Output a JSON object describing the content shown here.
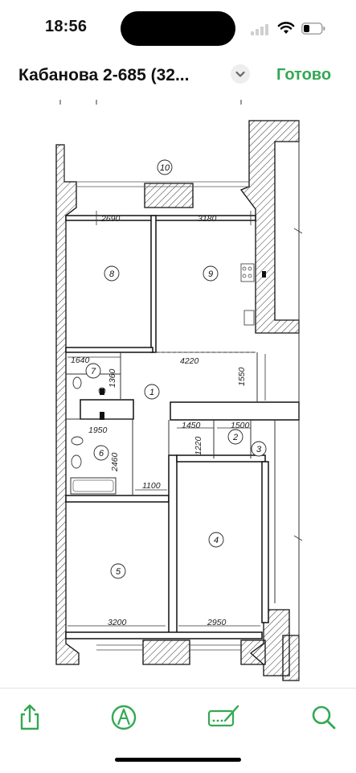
{
  "status_bar": {
    "time": "18:56",
    "icons": [
      "cellular-signal-icon",
      "wifi-icon",
      "battery-icon"
    ]
  },
  "nav": {
    "title": "Кабанова 2-685 (32...",
    "done_label": "Готово",
    "accent_color": "#34a853"
  },
  "floor_plan": {
    "room_labels": [
      "1",
      "2",
      "3",
      "4",
      "5",
      "6",
      "7",
      "8",
      "9",
      "10"
    ],
    "dimensions": [
      "2690",
      "3180",
      "1640",
      "1360",
      "4220",
      "1550",
      "1950",
      "2460",
      "1450",
      "1220",
      "1500",
      "1100",
      "3200",
      "2950"
    ]
  },
  "toolbar": {
    "icons": [
      "share-icon",
      "markup-icon",
      "signature-icon",
      "search-icon"
    ],
    "accent_color": "#34a853"
  }
}
